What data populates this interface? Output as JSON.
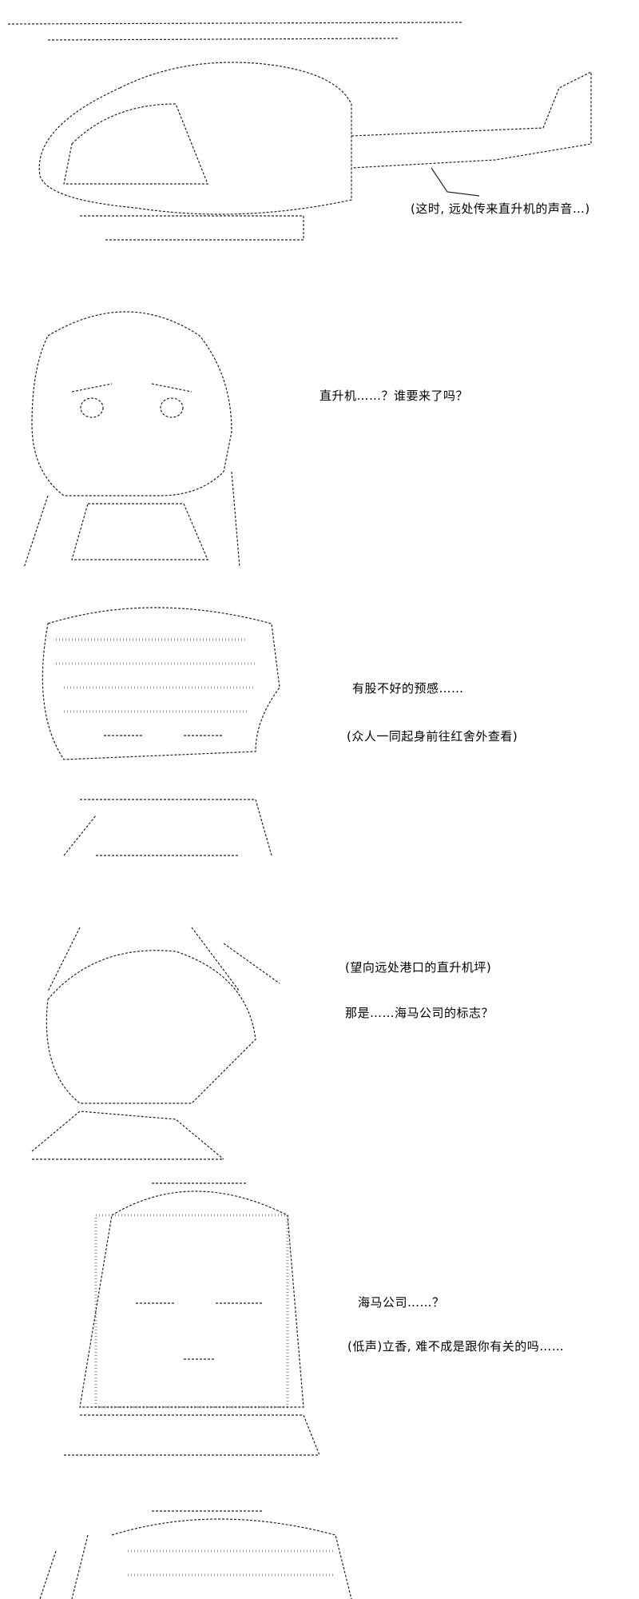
{
  "panels": [
    {
      "art": "helicopter",
      "lines": [
        "(这时, 远处传来直升机的声音…)"
      ]
    },
    {
      "art": "girl-1",
      "lines": [
        "直升机……？谁要来了吗？"
      ]
    },
    {
      "art": "girl-2",
      "lines": [
        "有股不好的预感……",
        "(众人一同起身前往红舍外查看)"
      ]
    },
    {
      "art": "girl-3",
      "lines": [
        "(望向远处港口的直升机坪)",
        "那是……海马公司的标志？"
      ]
    },
    {
      "art": "girl-4",
      "lines": [
        "海马公司……？",
        "(低声)立香, 难不成是跟你有关的吗……"
      ]
    },
    {
      "art": "girl-5",
      "lines": []
    }
  ]
}
